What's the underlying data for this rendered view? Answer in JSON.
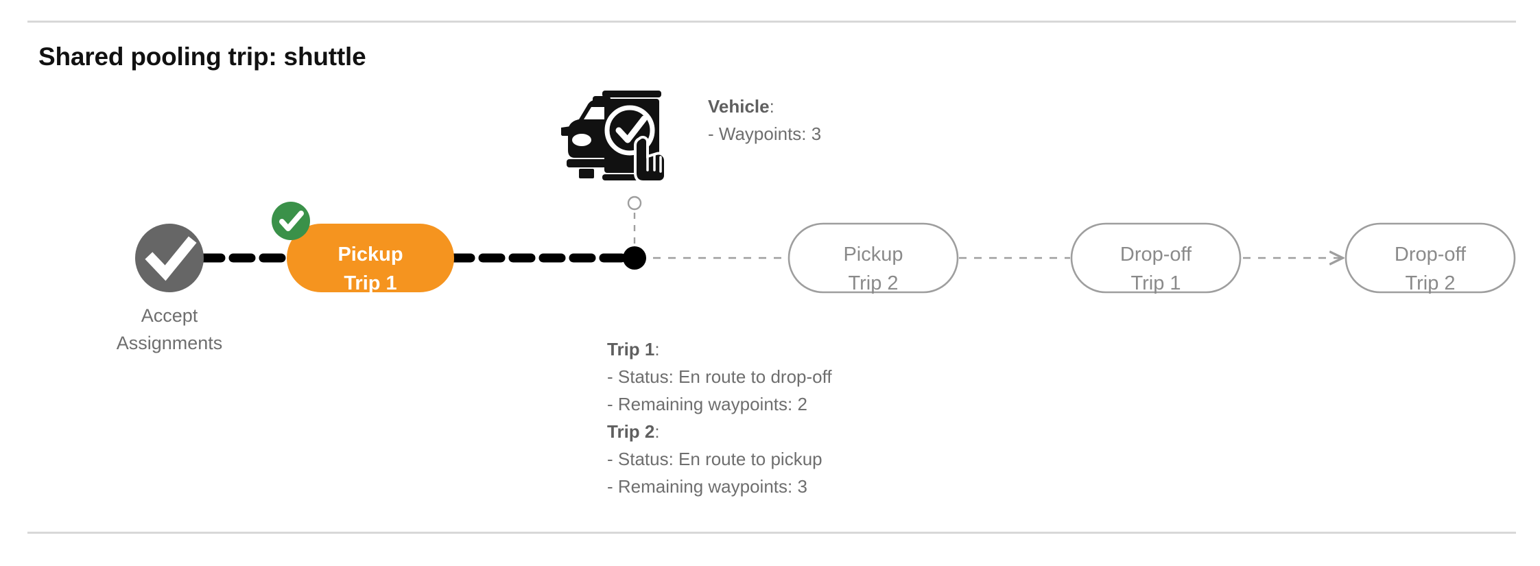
{
  "page": {
    "title": "Shared pooling trip: shuttle",
    "background": "#ffffff",
    "divider_color": "#d8d8d8"
  },
  "colors": {
    "active_pill": "#F5941F",
    "active_pill_text": "#ffffff",
    "idle_pill_border": "#9e9e9e",
    "idle_pill_text": "#8a8a8a",
    "completed_node": "#666666",
    "badge_green": "#3a9149",
    "track_active": "#000000",
    "track_future": "#9e9e9e",
    "text_gray": "#6e6e6e",
    "title_black": "#111111"
  },
  "flow": {
    "start_node": {
      "icon": "check-circle-icon",
      "label_line1": "Accept",
      "label_line2": "Assignments",
      "state": "completed"
    },
    "steps": [
      {
        "id": "pickup-trip-1",
        "line1": "Pickup",
        "line2": "Trip 1",
        "state": "active",
        "badge": "check-badge-icon"
      },
      {
        "id": "pickup-trip-2",
        "line1": "Pickup",
        "line2": "Trip 2",
        "state": "upcoming",
        "badge": null
      },
      {
        "id": "dropoff-trip-1",
        "line1": "Drop-off",
        "line2": "Trip 1",
        "state": "upcoming",
        "badge": null
      },
      {
        "id": "dropoff-trip-2",
        "line1": "Drop-off",
        "line2": "Trip 2",
        "state": "upcoming",
        "badge": null
      }
    ],
    "vehicle_marker": {
      "icon": "car-phone-check-icon",
      "connector": "dashed-vertical"
    }
  },
  "vehicle_info": {
    "heading": "Vehicle",
    "heading_suffix": ":",
    "line1": "- Waypoints: 3"
  },
  "trip_info": {
    "trip1_heading": "Trip 1",
    "trip1_heading_suffix": ":",
    "trip1_status": "- Status:  En route to drop-off",
    "trip1_waypoints": "- Remaining waypoints: 2",
    "trip2_heading": "Trip 2",
    "trip2_heading_suffix": ":",
    "trip2_status": "- Status:  En route to pickup",
    "trip2_waypoints": "- Remaining waypoints: 3"
  }
}
